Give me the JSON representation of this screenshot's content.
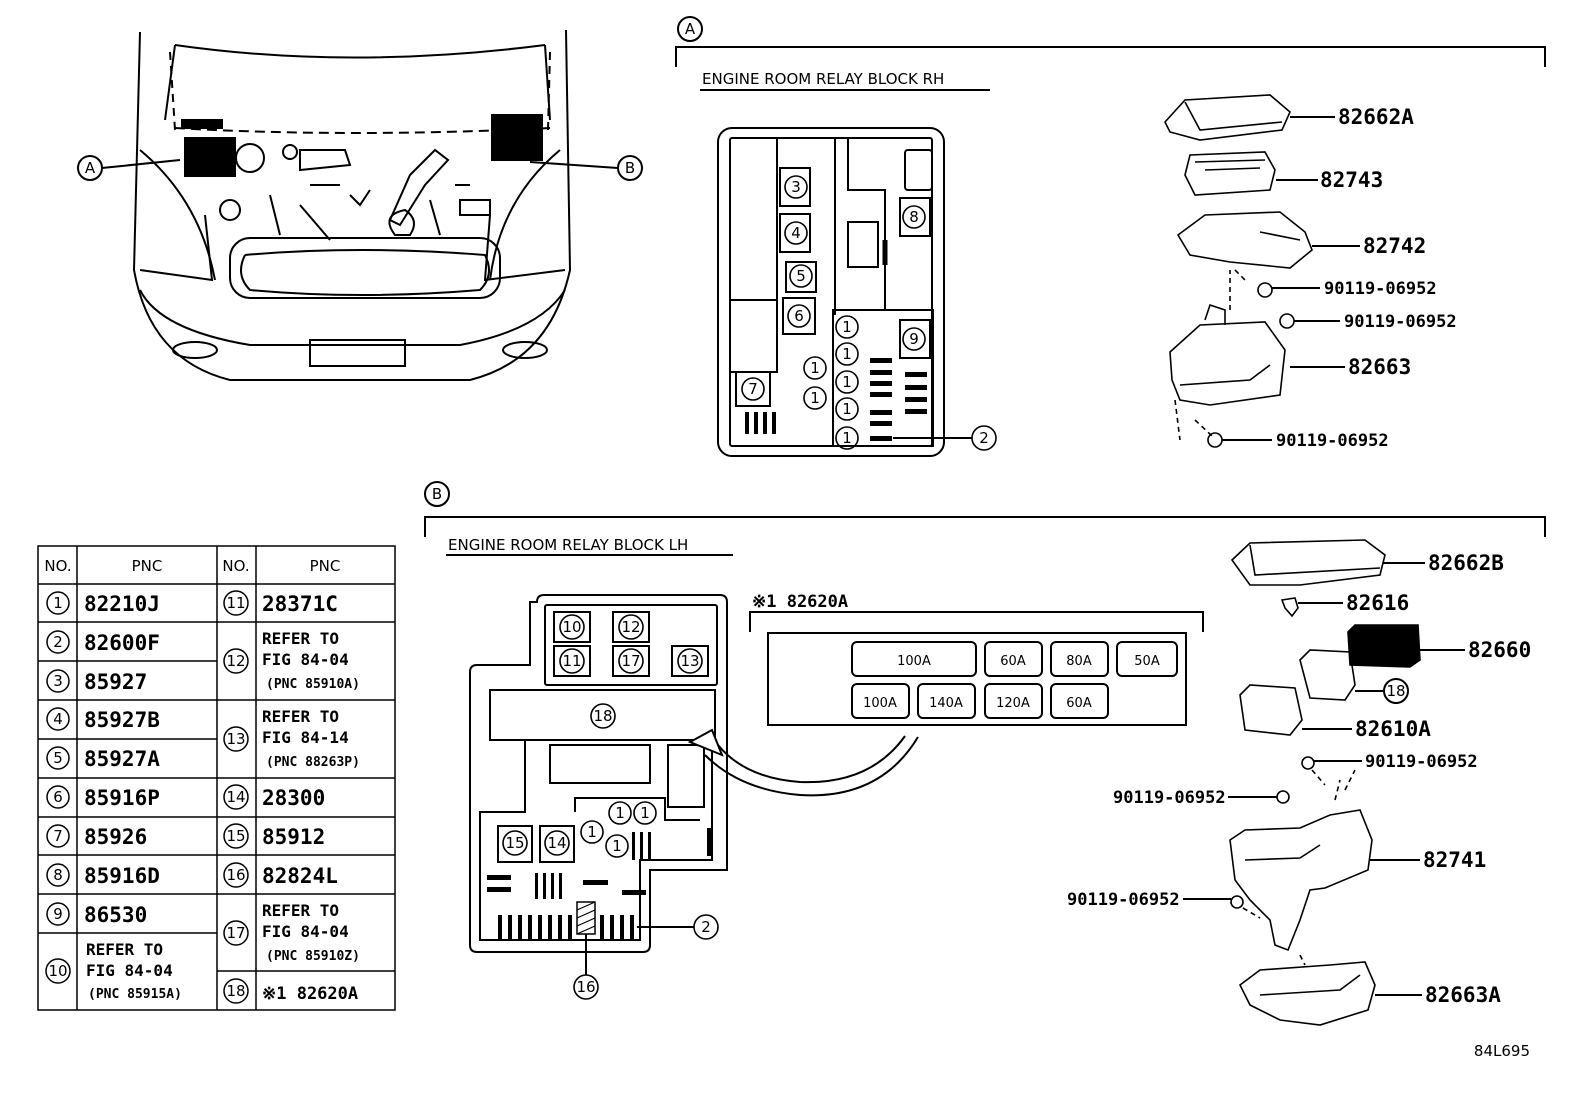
{
  "section_a": {
    "marker": "A",
    "title": "ENGINE ROOM RELAY BLOCK RH",
    "slots": [
      "3",
      "4",
      "5",
      "6",
      "7",
      "8",
      "9",
      "1",
      "1",
      "1",
      "1",
      "1",
      "1",
      "1"
    ],
    "callout": "2",
    "parts": [
      "82662A",
      "82743",
      "82742",
      "90119-06952",
      "90119-06952",
      "82663",
      "90119-06952"
    ]
  },
  "section_b": {
    "marker": "B",
    "title": "ENGINE ROOM RELAY BLOCK LH",
    "slots": [
      "10",
      "12",
      "11",
      "17",
      "13",
      "18",
      "15",
      "14",
      "1",
      "1",
      "1",
      "1"
    ],
    "callouts": [
      "2",
      "16"
    ],
    "insert_label": "※1 82620A",
    "fuses_top": [
      "100A",
      "60A",
      "80A",
      "50A"
    ],
    "fuses_bottom": [
      "100A",
      "140A",
      "120A",
      "60A"
    ],
    "parts": [
      "82662B",
      "82616",
      "82660",
      "18",
      "82610A",
      "90119-06952",
      "90119-06952",
      "82741",
      "90119-06952",
      "82663A"
    ]
  },
  "car": {
    "marker_a": "A",
    "marker_b": "B"
  },
  "table": {
    "headers": [
      "NO.",
      "PNC",
      "NO.",
      "PNC"
    ],
    "left": [
      {
        "no": "1",
        "pnc": "82210J"
      },
      {
        "no": "2",
        "pnc": "82600F"
      },
      {
        "no": "3",
        "pnc": "85927"
      },
      {
        "no": "4",
        "pnc": "85927B"
      },
      {
        "no": "5",
        "pnc": "85927A"
      },
      {
        "no": "6",
        "pnc": "85916P"
      },
      {
        "no": "7",
        "pnc": "85926"
      },
      {
        "no": "8",
        "pnc": "85916D"
      },
      {
        "no": "9",
        "pnc": "86530"
      },
      {
        "no": "10",
        "line1": "REFER TO",
        "line2": "FIG 84-04",
        "line3": "(PNC 85915A)"
      }
    ],
    "right": [
      {
        "no": "11",
        "pnc": "28371C"
      },
      {
        "no": "12",
        "line1": "REFER TO",
        "line2": "FIG 84-04",
        "line3": "(PNC 85910A)"
      },
      {
        "no": "13",
        "line1": "REFER TO",
        "line2": "FIG 84-14",
        "line3": "(PNC 88263P)"
      },
      {
        "no": "14",
        "pnc": "28300"
      },
      {
        "no": "15",
        "pnc": "85912"
      },
      {
        "no": "16",
        "pnc": "82824L"
      },
      {
        "no": "17",
        "line1": "REFER TO",
        "line2": "FIG 84-04",
        "line3": "(PNC 85910Z)"
      },
      {
        "no": "18",
        "pnc": "※1 82620A"
      }
    ]
  },
  "figure_code": "84L695"
}
